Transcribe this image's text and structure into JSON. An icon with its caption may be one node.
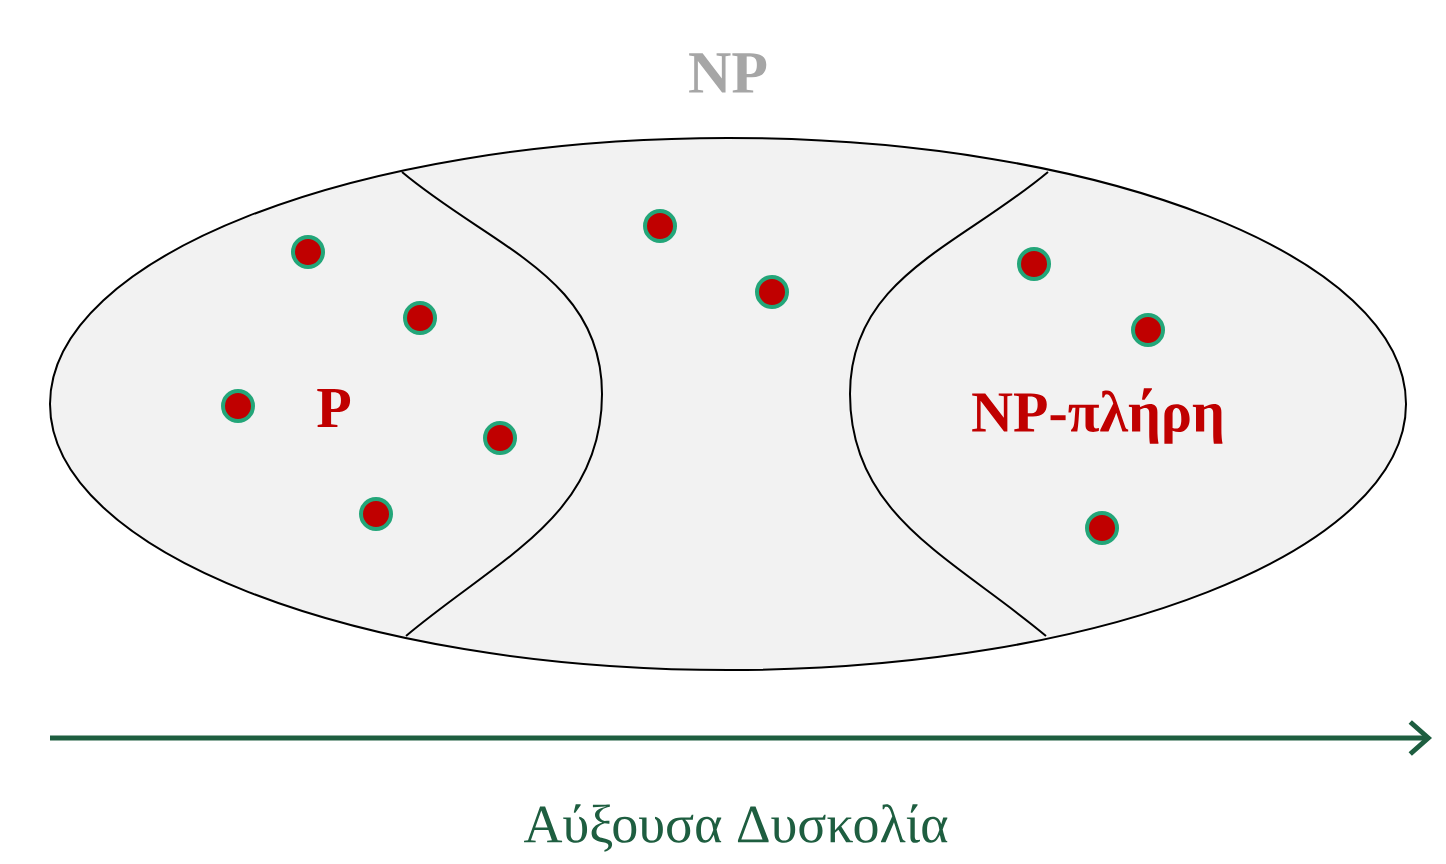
{
  "diagram": {
    "nodes": [
      {
        "text": [
          "NP"
        ]
      },
      {
        "text": [
          "P"
        ],
        "in": 0
      },
      {
        "text": [
          "NP-πλήρη"
        ],
        "in": 0
      }
    ],
    "labels": [
      "Αύξουσα Δυσκολία"
    ]
  }
}
